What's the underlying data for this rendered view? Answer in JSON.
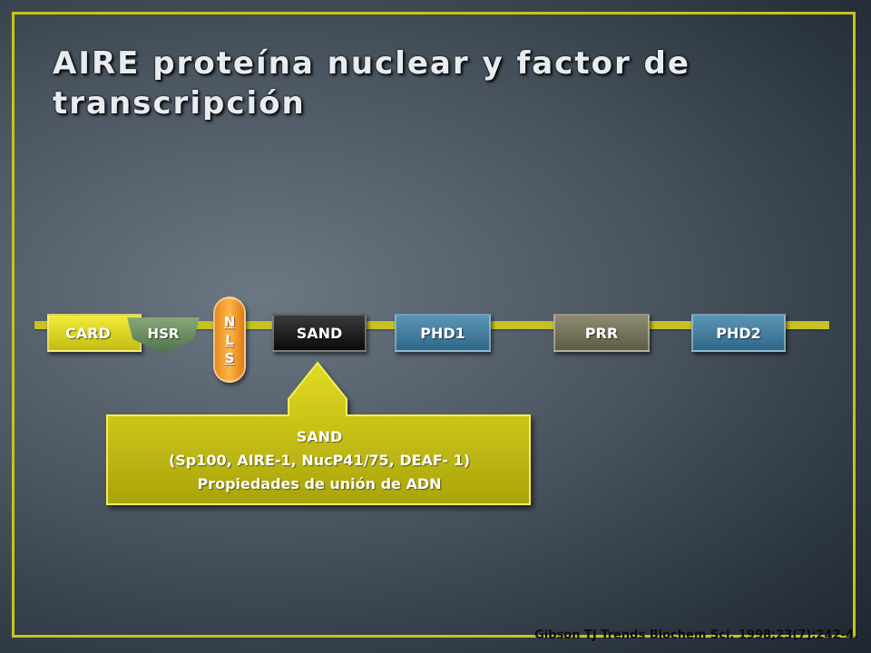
{
  "slide": {
    "title": "AIRE proteína nuclear y factor de transcripción",
    "citation": "Gibson TJ Trends Biochem Sci. 1998;23(7):242-4."
  },
  "domains": {
    "card": "CARD",
    "hsr": "HSR",
    "nls": [
      "N",
      "L",
      "S"
    ],
    "sand": "SAND",
    "phd1": "PHD1",
    "prr": "PRR",
    "phd2": "PHD2"
  },
  "callout": {
    "heading": "SAND",
    "line1": "(Sp100, AIRE-1, NucP41/75, DEAF- 1)",
    "line2": "Propiedades de unión de ADN"
  },
  "colors": {
    "frame": "#c8c21a",
    "rail": "#c6c224",
    "card": "#e3da24",
    "hsr": "#6b8c60",
    "nls": "#f0982a",
    "sand": "#1e1e1e",
    "phd": "#3f7ea2",
    "prr": "#757357",
    "callout": "#c9c312"
  }
}
